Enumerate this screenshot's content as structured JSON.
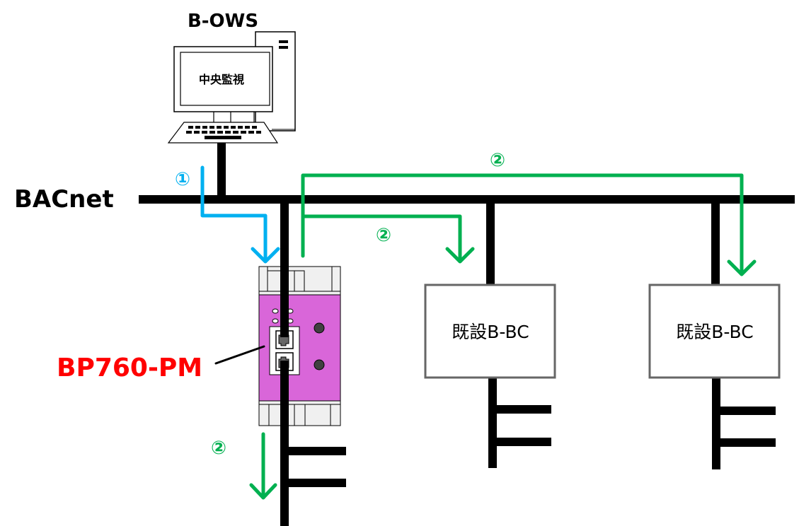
{
  "diagram": {
    "workstation": {
      "title": "B-OWS",
      "screen_text": "中央監視"
    },
    "network_label": "BACnet",
    "device_label": "BP760-PM",
    "controllers": [
      {
        "label": "既設B-BC"
      },
      {
        "label": "既設B-BC"
      }
    ],
    "steps": {
      "step1": "①",
      "step2": "②"
    },
    "colors": {
      "bus": "#000000",
      "step1_arrow": "#00b0f0",
      "step2_arrow": "#00b050",
      "device_body": "#d966d9",
      "device_label": "#ff0000",
      "controller_border": "#666666",
      "device_frame": "#f0f0f0"
    }
  }
}
